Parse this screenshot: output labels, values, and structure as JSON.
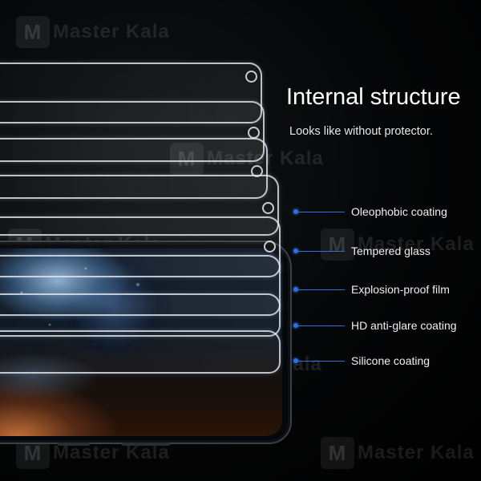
{
  "heading": {
    "title": "Internal structure",
    "subtitle": "Looks like without protector."
  },
  "layers": [
    {
      "label": "Oleophobic coating"
    },
    {
      "label": "Tempered glass"
    },
    {
      "label": "Explosion-proof film"
    },
    {
      "label": "HD anti-glare coating"
    },
    {
      "label": "Silicone coating"
    }
  ],
  "watermark": {
    "text": "Master Kala",
    "glyph": "M"
  },
  "colors": {
    "background": "#000000",
    "accent_line": "#2f6fe0",
    "title_text": "#ffffff"
  },
  "icons": {
    "camera_hole": "camera-cutout-icon",
    "bullet": "bullet-dot-icon"
  }
}
